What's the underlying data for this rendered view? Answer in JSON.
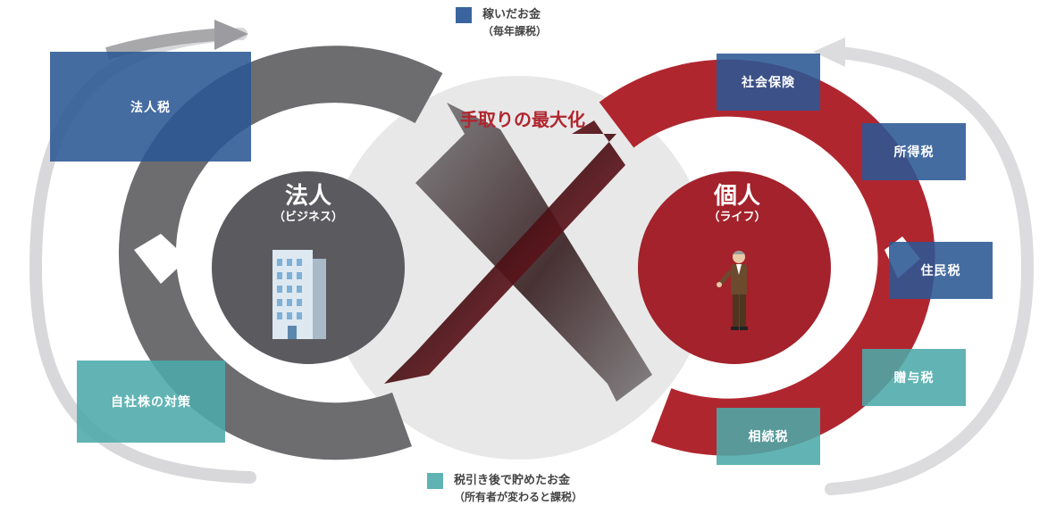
{
  "legend": {
    "earned": {
      "title": "稼いだお金",
      "sub": "（毎年課税）",
      "color": "#3a649e"
    },
    "saved": {
      "title": "税引き後で貯めたお金",
      "sub": "（所有者が変わると課税）",
      "color": "#5fb3b3"
    }
  },
  "center": {
    "title": "手取りの最大化"
  },
  "corporate": {
    "title": "法人",
    "sub": "（ビジネス）",
    "icon": "building-icon"
  },
  "personal": {
    "title": "個人",
    "sub": "（ライフ）",
    "icon": "businessman-icon"
  },
  "taxes": {
    "corporate_tax": "法人税",
    "own_stock": "自社株の対策",
    "social_insurance": "社会保険",
    "income_tax": "所得税",
    "resident_tax": "住民税",
    "gift_tax": "贈与税",
    "inheritance_tax": "相続税"
  },
  "colors": {
    "gray": "#6d6d70",
    "red": "#b0262f",
    "blue": "#2b5894",
    "teal": "#4caaaa"
  }
}
